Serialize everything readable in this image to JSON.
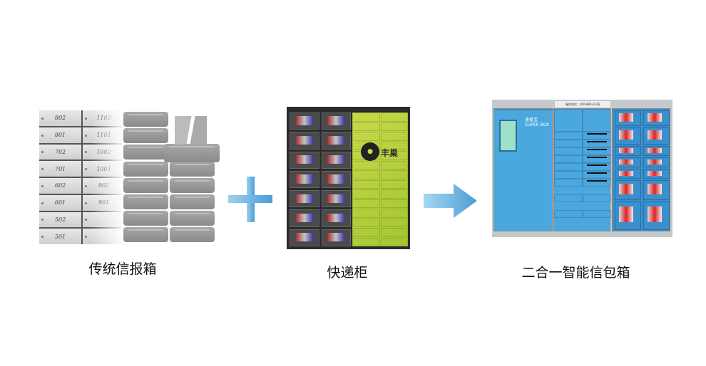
{
  "items": [
    {
      "label": "传统信报箱",
      "mailbox_numbers": [
        "802",
        "1102",
        "801",
        "1101",
        "702",
        "1002",
        "701",
        "1001",
        "602",
        "902",
        "601",
        "901",
        "502",
        "",
        "501",
        ""
      ]
    },
    {
      "label": "快递柜",
      "brand": "丰巢"
    },
    {
      "label": "二合一智能信包箱",
      "brand": "速易宝 SUPER BOX",
      "hotline": "服务电话：400-880-6336"
    }
  ],
  "operators": {
    "plus": "plus-icon",
    "arrow": "arrow-right-icon"
  },
  "colors": {
    "operator": "#6fb3dc",
    "smart_box": "#4aa8df",
    "locker_green": "#b5cf3c"
  }
}
